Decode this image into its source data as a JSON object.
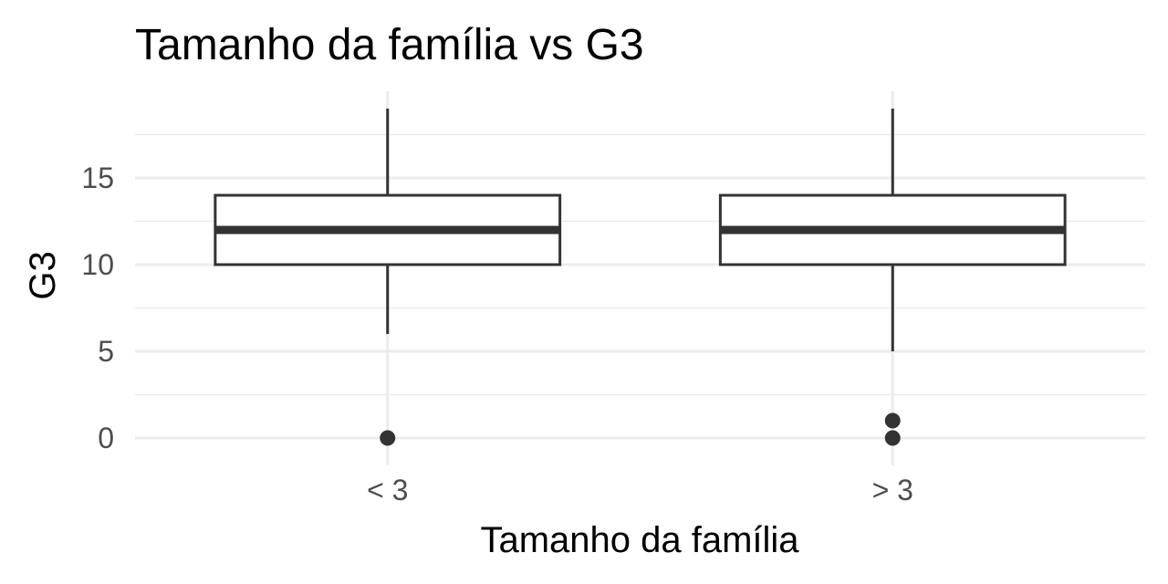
{
  "chart_data": {
    "type": "boxplot",
    "title": "Tamanho da família vs  G3",
    "xlabel": "Tamanho da família",
    "ylabel": "G3",
    "categories": [
      "< 3",
      "> 3"
    ],
    "ylim": [
      0,
      19
    ],
    "yticks": [
      0,
      5,
      10,
      15
    ],
    "grid": true,
    "boxes": [
      {
        "category": "< 3",
        "whisker_low": 6,
        "q1": 10,
        "median": 12,
        "q3": 14,
        "whisker_high": 19,
        "outliers": [
          0
        ]
      },
      {
        "category": "> 3",
        "whisker_low": 5,
        "q1": 10,
        "median": 12,
        "q3": 14,
        "whisker_high": 19,
        "outliers": [
          0,
          1
        ]
      }
    ],
    "colors": {
      "box": "#333333",
      "grid": "#ebebeb",
      "tick_text": "#4d4d4d"
    }
  }
}
